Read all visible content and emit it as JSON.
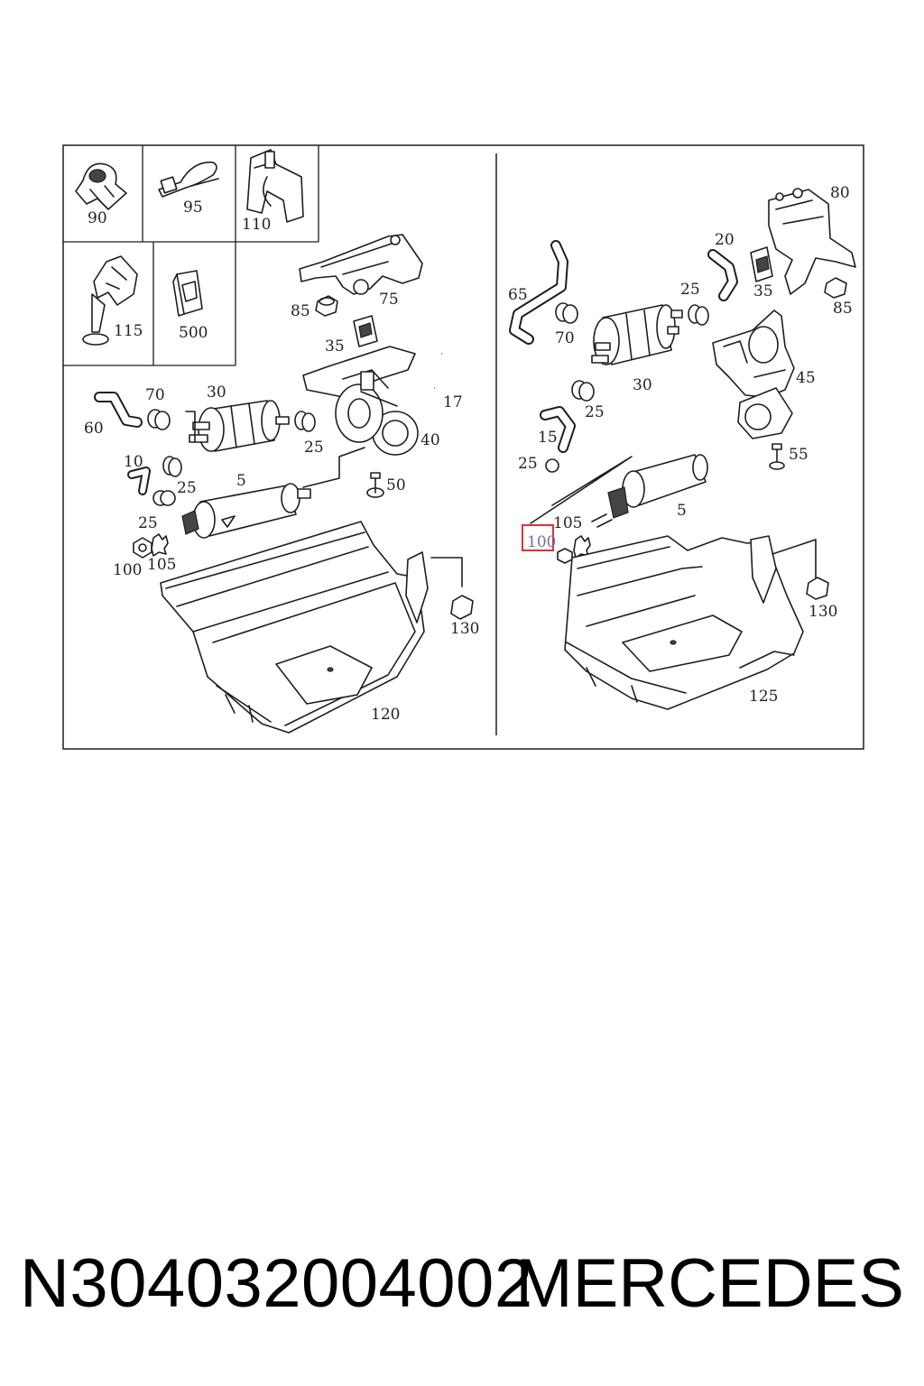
{
  "callouts": {
    "left": {
      "c90": "90",
      "c95": "95",
      "c110": "110",
      "c115": "115",
      "c500": "500",
      "c85": "85",
      "c75": "75",
      "c35": "35",
      "c17": "17",
      "c60": "60",
      "c70": "70",
      "c30": "30",
      "c25a": "25",
      "c40": "40",
      "c10": "10",
      "c25b": "25",
      "c5": "5",
      "c50": "50",
      "c25c": "25",
      "c100": "100",
      "c105": "105",
      "c130": "130",
      "c120": "120"
    },
    "right": {
      "c80": "80",
      "c20": "20",
      "c25a": "25",
      "c35": "35",
      "c85": "85",
      "c65": "65",
      "c70": "70",
      "c45": "45",
      "c30": "30",
      "c25b": "25",
      "c15": "15",
      "c55": "55",
      "c25c": "25",
      "c105": "105",
      "c5": "5",
      "c100": "100",
      "c130": "130",
      "c125": "125"
    }
  },
  "highlight": {
    "label": "100",
    "color": "#e0303a"
  },
  "footer": {
    "part_number": "N304032004002",
    "brand": "MERCEDES"
  }
}
